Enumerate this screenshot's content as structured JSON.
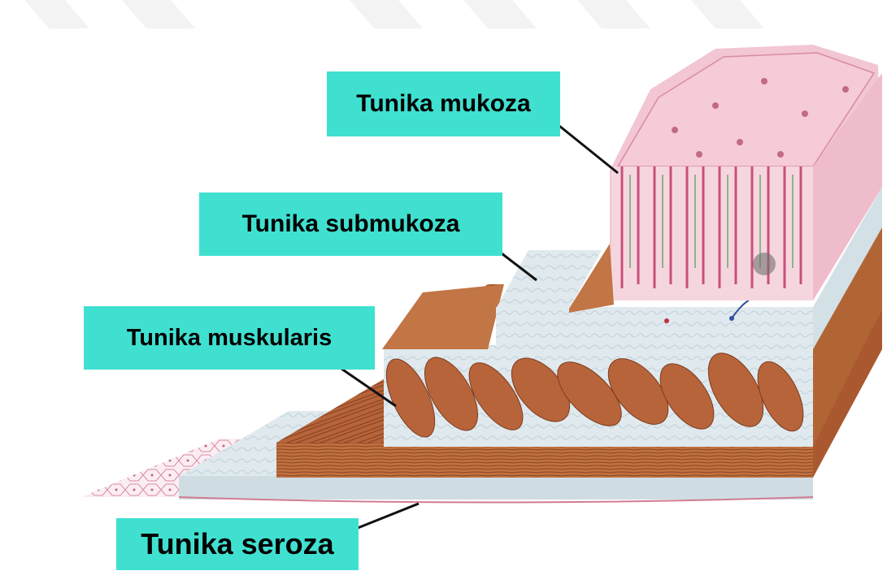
{
  "labels": {
    "mukoza": "Tunika mukoza",
    "submukoza": "Tunika submukoza",
    "muskularis": "Tunika muskularis",
    "seroza": "Tunika seroza"
  },
  "colors": {
    "label_bg": "#40e0d0",
    "mucosa": "#f2b8c6",
    "submucosa": "#dce8ec",
    "muscle": "#b8643a",
    "serosa": "#e6eef0"
  }
}
